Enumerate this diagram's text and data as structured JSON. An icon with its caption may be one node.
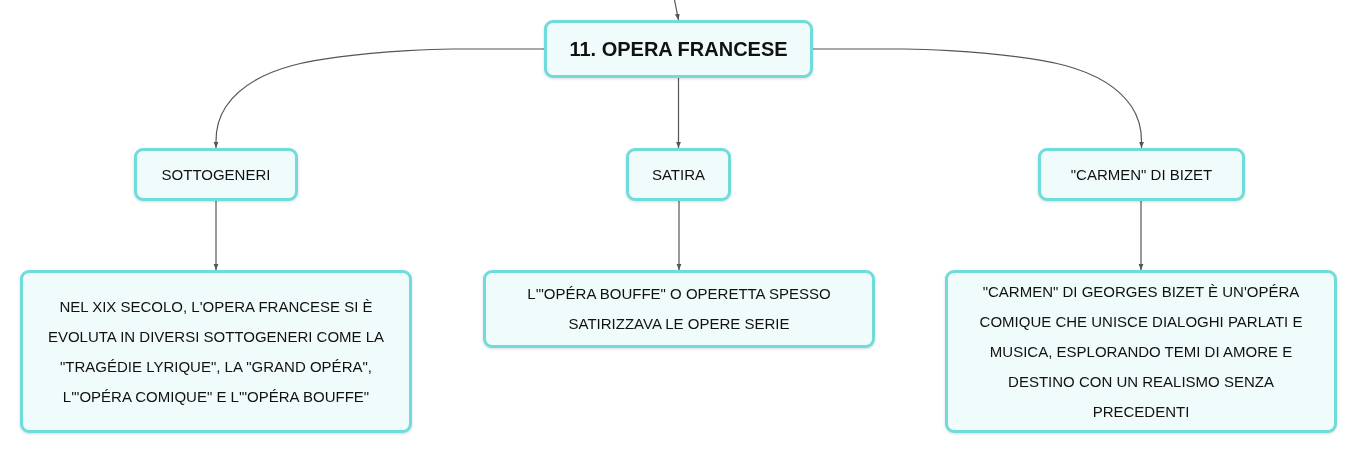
{
  "diagram": {
    "nodes": [
      {
        "text": [
          "11. OPERA FRANCESE"
        ]
      },
      {
        "text": [
          "SOTTOGENERI"
        ]
      },
      {
        "text": [
          "SATIRA"
        ]
      },
      {
        "text": [
          "\"CARMEN\" DI BIZET"
        ]
      },
      {
        "text": [
          "NEL XIX SECOLO, L'OPERA FRANCESE SI È EVOLUTA IN DIVERSI SOTTOGENERI COME LA \"TRAGÉDIE LYRIQUE\", LA \"GRAND OPÉRA\", L'\"OPÉRA COMIQUE\" E L'\"OPÉRA BOUFFE\""
        ]
      },
      {
        "text": [
          "L'\"OPÉRA BOUFFE\" O OPERETTA SPESSO SATIRIZZAVA LE OPERE SERIE"
        ]
      },
      {
        "text": [
          "\"CARMEN\" DI GEORGES BIZET È UN'OPÉRA COMIQUE CHE UNISCE DIALOGHI PARLATI E MUSICA, ESPLORANDO TEMI DI AMORE E DESTINO CON UN REALISMO SENZA PRECEDENTI"
        ]
      }
    ],
    "edges": [
      {
        "from": null,
        "to": 0,
        "arrow": "to"
      },
      {
        "from": 0,
        "to": 1,
        "arrow": "to"
      },
      {
        "from": 0,
        "to": 2,
        "arrow": "to"
      },
      {
        "from": 0,
        "to": 3,
        "arrow": "to"
      },
      {
        "from": 1,
        "to": 4,
        "arrow": "to"
      },
      {
        "from": 2,
        "to": 5,
        "arrow": "to"
      },
      {
        "from": 3,
        "to": 6,
        "arrow": "to"
      }
    ]
  }
}
